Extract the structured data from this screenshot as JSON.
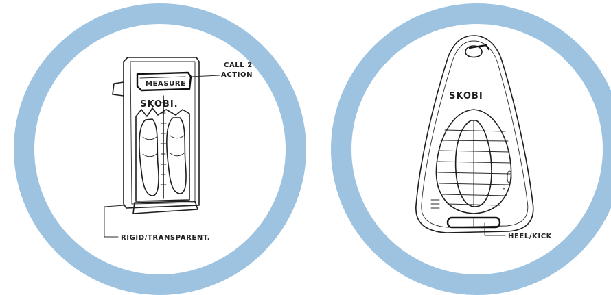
{
  "sketches": [
    {
      "brand": "SKOBI.",
      "button_label": "MEASURE",
      "callout_top_line1": "CALL 2",
      "callout_top_line2": "ACTION",
      "callout_bottom": "RIGID/TRANSPARENT."
    },
    {
      "brand": "SKOBI",
      "callout_bottom": "HEEL/KICK"
    }
  ],
  "colors": {
    "ring": "#9dc3e0",
    "background": "#ffffff",
    "ink": "#1e1e1e"
  }
}
